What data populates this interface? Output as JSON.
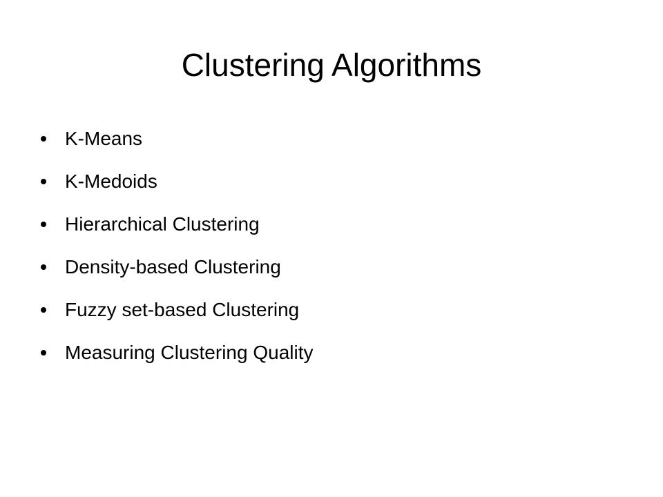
{
  "slide": {
    "title": "Clustering Algorithms",
    "bullets": [
      "K-Means",
      "K-Medoids",
      "Hierarchical Clustering",
      "Density-based Clustering",
      "Fuzzy set-based Clustering",
      "Measuring Clustering Quality"
    ]
  }
}
